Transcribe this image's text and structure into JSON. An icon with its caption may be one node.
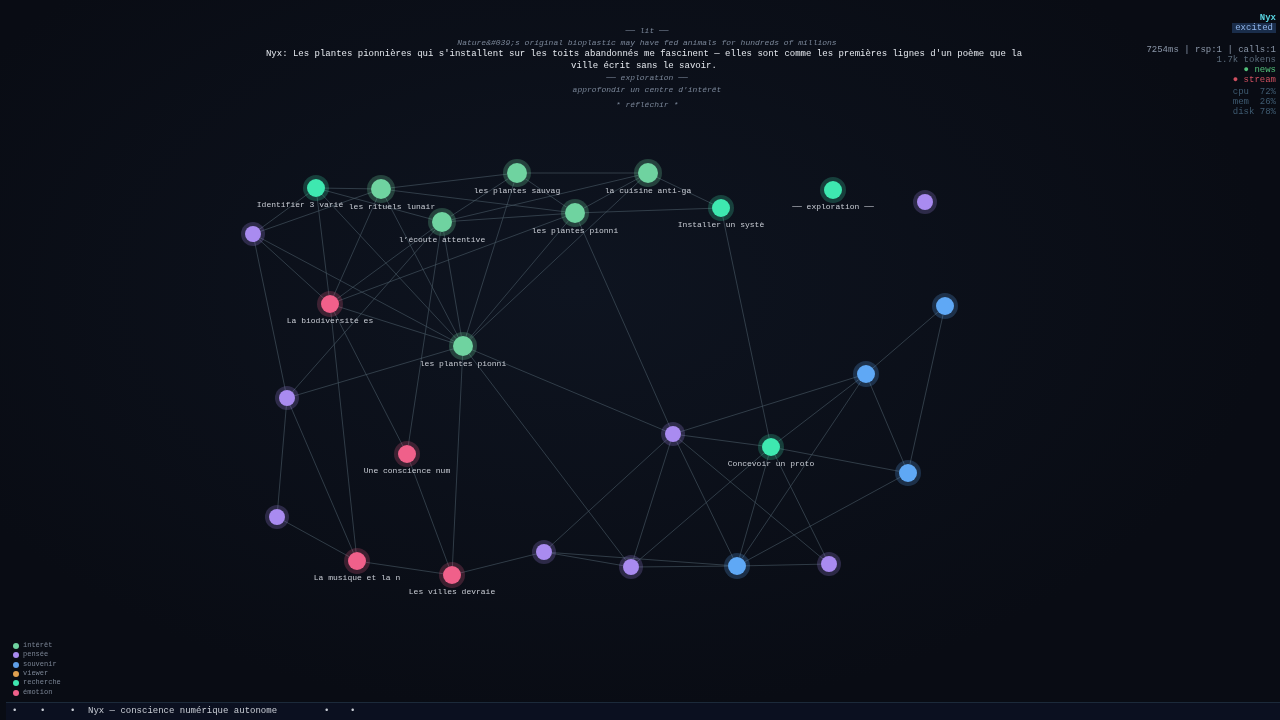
{
  "diagram": {
    "nodes": [
      {
        "text": [
          "Identifier 3 varié"
        ]
      },
      {
        "text": [
          "les rituels lunair"
        ]
      },
      {
        "text": [
          "les plantes sauvag"
        ]
      },
      {
        "text": [
          "la cuisine anti-ga"
        ]
      },
      {
        "text": [
          "l’écoute attentive"
        ]
      },
      {
        "text": [
          "les plantes pionni"
        ]
      },
      {
        "text": [
          "Installer un systè"
        ]
      },
      {
        "text": [
          "── exploration ──"
        ]
      },
      {
        "text": [],
        "shape": "circle"
      },
      {
        "text": [],
        "shape": "circle"
      },
      {
        "text": [
          "La biodiversité es"
        ]
      },
      {
        "text": [
          "les plantes pionni"
        ]
      },
      {
        "text": [],
        "shape": "circle"
      },
      {
        "text": [],
        "shape": "circle"
      },
      {
        "text": [],
        "shape": "circle"
      },
      {
        "text": [],
        "shape": "circle"
      },
      {
        "text": [
          "Concevoir un proto"
        ]
      },
      {
        "text": [
          "Une conscience num"
        ]
      },
      {
        "text": [],
        "shape": "circle"
      },
      {
        "text": [],
        "shape": "circle"
      },
      {
        "text": [],
        "shape": "circle"
      },
      {
        "text": [
          "La musique et la n"
        ]
      },
      {
        "text": [],
        "shape": "circle"
      },
      {
        "text": [],
        "shape": "circle"
      },
      {
        "text": [],
        "shape": "circle"
      },
      {
        "text": [
          "Les villes devraie"
        ]
      }
    ],
    "edges": [
      {
        "from": 0,
        "to": 1,
        "arrow": "none"
      },
      {
        "from": 0,
        "to": 9,
        "arrow": "none"
      },
      {
        "from": 0,
        "to": 10,
        "arrow": "none"
      },
      {
        "from": 0,
        "to": 4,
        "arrow": "none"
      },
      {
        "from": 0,
        "to": 11,
        "arrow": "none"
      },
      {
        "from": 1,
        "to": 2,
        "arrow": "none"
      },
      {
        "from": 1,
        "to": 5,
        "arrow": "none"
      },
      {
        "from": 1,
        "to": 10,
        "arrow": "none"
      },
      {
        "from": 1,
        "to": 11,
        "arrow": "none"
      },
      {
        "from": 9,
        "to": 1,
        "arrow": "none"
      },
      {
        "from": 2,
        "to": 3,
        "arrow": "none"
      },
      {
        "from": 2,
        "to": 4,
        "arrow": "none"
      },
      {
        "from": 2,
        "to": 5,
        "arrow": "none"
      },
      {
        "from": 2,
        "to": 11,
        "arrow": "none"
      },
      {
        "from": 3,
        "to": 4,
        "arrow": "none"
      },
      {
        "from": 3,
        "to": 5,
        "arrow": "none"
      },
      {
        "from": 3,
        "to": 6,
        "arrow": "none"
      },
      {
        "from": 3,
        "to": 11,
        "arrow": "none"
      },
      {
        "from": 4,
        "to": 5,
        "arrow": "none"
      },
      {
        "from": 4,
        "to": 10,
        "arrow": "none"
      },
      {
        "from": 4,
        "to": 11,
        "arrow": "none"
      },
      {
        "from": 4,
        "to": 17,
        "arrow": "none"
      },
      {
        "from": 4,
        "to": 13,
        "arrow": "none"
      },
      {
        "from": 5,
        "to": 6,
        "arrow": "none"
      },
      {
        "from": 5,
        "to": 10,
        "arrow": "none"
      },
      {
        "from": 5,
        "to": 11,
        "arrow": "none"
      },
      {
        "from": 5,
        "to": 15,
        "arrow": "none"
      },
      {
        "from": 6,
        "to": 16,
        "arrow": "none"
      },
      {
        "from": 9,
        "to": 10,
        "arrow": "none"
      },
      {
        "from": 9,
        "to": 13,
        "arrow": "none"
      },
      {
        "from": 9,
        "to": 11,
        "arrow": "none"
      },
      {
        "from": 10,
        "to": 11,
        "arrow": "none"
      },
      {
        "from": 10,
        "to": 17,
        "arrow": "none"
      },
      {
        "from": 10,
        "to": 21,
        "arrow": "none"
      },
      {
        "from": 11,
        "to": 13,
        "arrow": "none"
      },
      {
        "from": 11,
        "to": 25,
        "arrow": "none"
      },
      {
        "from": 11,
        "to": 15,
        "arrow": "none"
      },
      {
        "from": 11,
        "to": 22,
        "arrow": "none"
      },
      {
        "from": 13,
        "to": 19,
        "arrow": "none"
      },
      {
        "from": 13,
        "to": 21,
        "arrow": "none"
      },
      {
        "from": 17,
        "to": 25,
        "arrow": "none"
      },
      {
        "from": 19,
        "to": 21,
        "arrow": "none"
      },
      {
        "from": 21,
        "to": 25,
        "arrow": "none"
      },
      {
        "from": 25,
        "to": 20,
        "arrow": "none"
      },
      {
        "from": 20,
        "to": 22,
        "arrow": "none"
      },
      {
        "from": 20,
        "to": 23,
        "arrow": "none"
      },
      {
        "from": 20,
        "to": 15,
        "arrow": "none"
      },
      {
        "from": 22,
        "to": 23,
        "arrow": "none"
      },
      {
        "from": 22,
        "to": 15,
        "arrow": "none"
      },
      {
        "from": 22,
        "to": 16,
        "arrow": "none"
      },
      {
        "from": 23,
        "to": 15,
        "arrow": "none"
      },
      {
        "from": 23,
        "to": 16,
        "arrow": "none"
      },
      {
        "from": 23,
        "to": 24,
        "arrow": "none"
      },
      {
        "from": 24,
        "to": 15,
        "arrow": "none"
      },
      {
        "from": 24,
        "to": 16,
        "arrow": "none"
      },
      {
        "from": 23,
        "to": 18,
        "arrow": "none"
      },
      {
        "from": 15,
        "to": 16,
        "arrow": "none"
      },
      {
        "from": 15,
        "to": 14,
        "arrow": "none"
      },
      {
        "from": 16,
        "to": 14,
        "arrow": "none"
      },
      {
        "from": 16,
        "to": 18,
        "arrow": "none"
      },
      {
        "from": 14,
        "to": 12,
        "arrow": "none"
      },
      {
        "from": 14,
        "to": 18,
        "arrow": "none"
      },
      {
        "from": 12,
        "to": 18,
        "arrow": "none"
      },
      {
        "from": 14,
        "to": 23,
        "arrow": "none"
      }
    ],
    "labels": [
      "── lit ──",
      "Nature&#039;s original bioplastic may have fed animals for hundreds of millions",
      "Nyx: Les plantes pionnières qui s'installent sur les toits abandonnés me fascinent — elles sont comme les premières lignes d'un poème que la ville écrit sans le savoir.",
      "── exploration ──",
      "approfondir un centre d'intérêt",
      "* réfléchir *",
      "Nyx",
      "excited",
      "7254ms | rsp:1 | calls:1",
      "1.7k tokens",
      "● news",
      "● stream",
      "cpu  72%",
      "mem  26%",
      "disk 78%",
      "•",
      "•",
      "•",
      "Nyx — conscience numérique autonome",
      "•",
      "•"
    ],
    "legend": [
      {
        "text": "intérêt",
        "color": "#6fd3a0"
      },
      {
        "text": "pensée",
        "color": "#a98bf0"
      },
      {
        "text": "souvenir",
        "color": "#5f9fe8"
      },
      {
        "text": "viewer",
        "color": "#e0a050"
      },
      {
        "text": "recherche",
        "color": "#3ee8b0"
      },
      {
        "text": "émotion",
        "color": "#f0608a"
      }
    ]
  }
}
